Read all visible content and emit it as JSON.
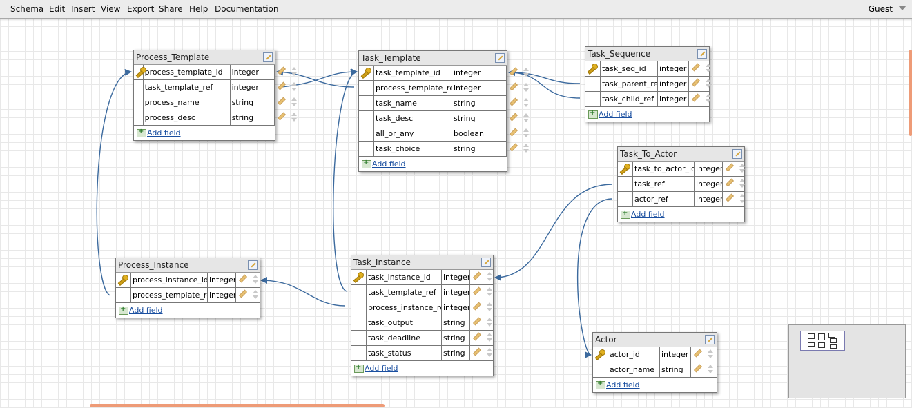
{
  "menu": {
    "items": [
      "Schema",
      "Edit",
      "Insert",
      "View",
      "Export",
      "Share",
      "Help",
      "Documentation"
    ],
    "user": "Guest"
  },
  "add_field_label": "Add field",
  "colors": {
    "relation_line": "#3c6a9e",
    "scrollbar": "#ee9b77",
    "grid": "#e8e8e8"
  },
  "tables": {
    "process_template": {
      "name": "Process_Template",
      "fields": [
        {
          "name": "process_template_id",
          "type": "integer",
          "key": true
        },
        {
          "name": "task_template_ref",
          "type": "integer",
          "key": false
        },
        {
          "name": "process_name",
          "type": "string",
          "key": false
        },
        {
          "name": "process_desc",
          "type": "string",
          "key": false
        }
      ]
    },
    "task_template": {
      "name": "Task_Template",
      "fields": [
        {
          "name": "task_template_id",
          "type": "integer",
          "key": true
        },
        {
          "name": "process_template_ref",
          "type": "integer",
          "key": false
        },
        {
          "name": "task_name",
          "type": "string",
          "key": false
        },
        {
          "name": "task_desc",
          "type": "string",
          "key": false
        },
        {
          "name": "all_or_any",
          "type": "boolean",
          "key": false
        },
        {
          "name": "task_choice",
          "type": "string",
          "key": false
        }
      ]
    },
    "task_sequence": {
      "name": "Task_Sequence",
      "fields": [
        {
          "name": "task_seq_id",
          "type": "integer",
          "key": true
        },
        {
          "name": "task_parent_ref",
          "type": "integer",
          "key": false
        },
        {
          "name": "task_child_ref",
          "type": "integer",
          "key": false
        }
      ]
    },
    "task_to_actor": {
      "name": "Task_To_Actor",
      "fields": [
        {
          "name": "task_to_actor_id",
          "type": "integer",
          "key": true
        },
        {
          "name": "task_ref",
          "type": "integer",
          "key": false
        },
        {
          "name": "actor_ref",
          "type": "integer",
          "key": false
        }
      ]
    },
    "process_instance": {
      "name": "Process_Instance",
      "fields": [
        {
          "name": "process_instance_id",
          "type": "integer",
          "key": true
        },
        {
          "name": "process_template_ref",
          "type": "integer",
          "key": false
        }
      ]
    },
    "task_instance": {
      "name": "Task_Instance",
      "fields": [
        {
          "name": "task_instance_id",
          "type": "integer",
          "key": true
        },
        {
          "name": "task_template_ref",
          "type": "integer",
          "key": false
        },
        {
          "name": "process_instance_ref",
          "type": "integer",
          "key": false
        },
        {
          "name": "task_output",
          "type": "string",
          "key": false
        },
        {
          "name": "task_deadline",
          "type": "string",
          "key": false
        },
        {
          "name": "task_status",
          "type": "string",
          "key": false
        }
      ]
    },
    "actor": {
      "name": "Actor",
      "fields": [
        {
          "name": "actor_id",
          "type": "integer",
          "key": true
        },
        {
          "name": "actor_name",
          "type": "string",
          "key": false
        }
      ]
    }
  }
}
